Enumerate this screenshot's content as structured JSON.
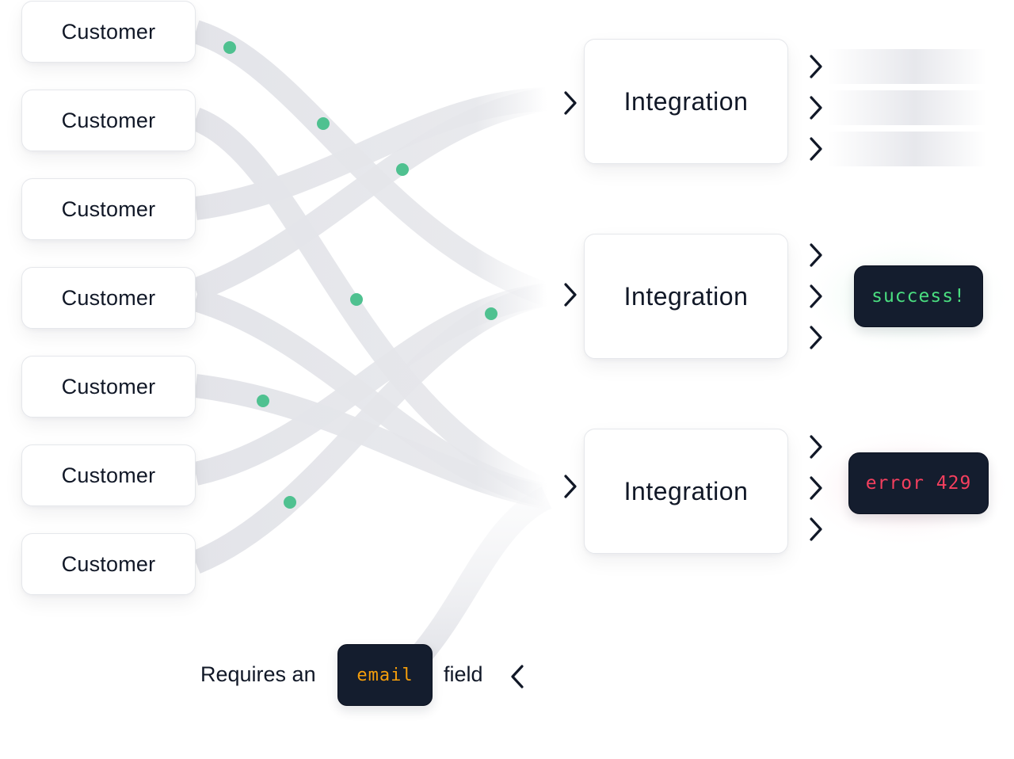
{
  "customers": [
    {
      "label": "Customer"
    },
    {
      "label": "Customer"
    },
    {
      "label": "Customer"
    },
    {
      "label": "Customer"
    },
    {
      "label": "Customer"
    },
    {
      "label": "Customer"
    },
    {
      "label": "Customer"
    }
  ],
  "integrations": [
    {
      "label": "Integration"
    },
    {
      "label": "Integration"
    },
    {
      "label": "Integration"
    }
  ],
  "statuses": {
    "success": {
      "text": "success!",
      "color": "#4ade80"
    },
    "error": {
      "text": "error 429",
      "color": "#f43f5e"
    }
  },
  "requirement": {
    "prefix": "Requires an",
    "field_name": "email",
    "field_color": "#f59e0b",
    "suffix": "field"
  },
  "colors": {
    "dot": "#4fc190",
    "flow": "#e5e6ea",
    "text": "#111827",
    "success_glow": "#d6f3e4",
    "error_glow": "#f8d3dd"
  },
  "icons": [
    "chevron-right-icon",
    "chevron-left-icon"
  ]
}
